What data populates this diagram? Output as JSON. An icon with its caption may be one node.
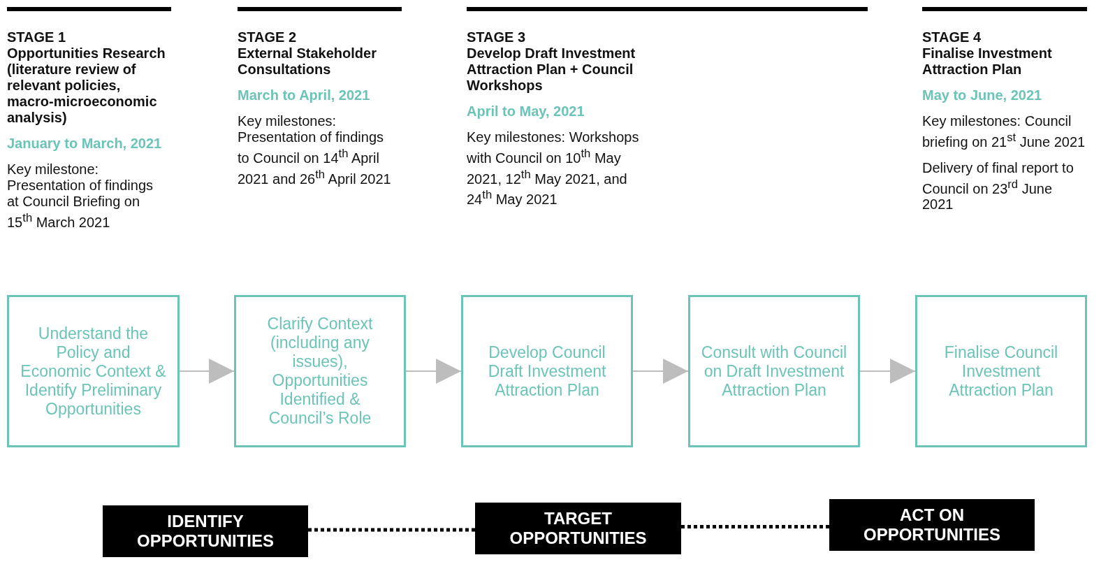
{
  "diagram": {
    "nodes": [
      {
        "text": [
          "Understand the Policy and Economic Context & Identify Preliminary Opportunities"
        ]
      },
      {
        "text": [
          "Clarify Context (including any issues), Opportunities Identified & Council’s Role"
        ]
      },
      {
        "text": [
          "Develop Council Draft Investment Attraction Plan"
        ]
      },
      {
        "text": [
          "Consult with Council on Draft Investment Attraction Plan"
        ]
      },
      {
        "text": [
          "Finalise Council Investment Attraction Plan"
        ]
      },
      {
        "text": [
          "IDENTIFY OPPORTUNITIES"
        ]
      },
      {
        "text": [
          "TARGET OPPORTUNITIES"
        ]
      },
      {
        "text": [
          "ACT ON OPPORTUNITIES"
        ]
      }
    ],
    "edges": [
      {
        "from": 0,
        "to": 1,
        "arrow": "to"
      },
      {
        "from": 1,
        "to": 2,
        "arrow": "to"
      },
      {
        "from": 2,
        "to": 3,
        "arrow": "to"
      },
      {
        "from": 3,
        "to": 4,
        "arrow": "to"
      },
      {
        "from": 5,
        "to": 6,
        "arrow": "none",
        "style": "dashed",
        "color": "#000000"
      },
      {
        "from": 6,
        "to": 7,
        "arrow": "none",
        "style": "dashed",
        "color": "#000000"
      }
    ],
    "labels": [
      "STAGE 1",
      "Opportunities Research (literature review of relevant policies, macro-microeconomic analysis)",
      "January to March, 2021",
      "Key milestone: Presentation of findings at Council Briefing on 15$^{th}$ March 2021",
      "STAGE 2",
      "External Stakeholder Consultations",
      "March to April, 2021",
      "Key milestones: Presentation of findings to Council on 14$^{th}$ April 2021 and 26$^{th}$ April 2021",
      "STAGE 3",
      "Develop Draft Investment Attraction Plan + Council Workshops",
      "April to May, 2021",
      "Key milestones: Workshops with Council on 10$^{th}$ May 2021, 12$^{th}$ May 2021, and 24$^{th}$ May 2021",
      "STAGE 4",
      "Finalise Investment Attraction Plan",
      "May to June, 2021",
      "Key milestones: Council briefing on 21$^{st}$ June 2021",
      "Delivery of final report to Council on 23$^{rd}$ June 2021"
    ]
  }
}
